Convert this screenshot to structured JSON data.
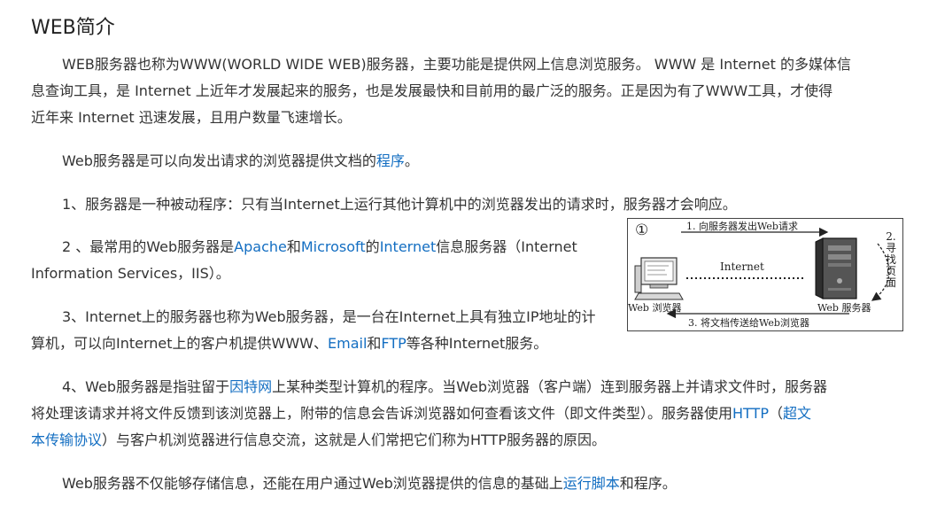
{
  "heading": "WEB简介",
  "p1": {
    "line1": "WEB服务器也称为WWW(WORLD WIDE WEB)服务器，主要功能是提供网上信息浏览服务。 WWW 是 Internet 的多媒体信",
    "line2": "息查询工具，是 Internet 上近年才发展起来的服务，也是发展最快和目前用的最广泛的服务。正是因为有了WWW工具，才使得",
    "line3": "近年来 Internet 迅速发展，且用户数量飞速增长。"
  },
  "p2": {
    "text": "Web服务器是可以向发出请求的浏览器提供文档的",
    "link": "程序",
    "end": "。"
  },
  "p3": {
    "text": "1、服务器是一种被动程序：只有当Internet上运行其他计算机中的浏览器发出的请求时，服务器才会响应。"
  },
  "p4": {
    "t1": "2 、最常用的Web服务器是",
    "link_apache": "Apache",
    "t2": "和",
    "link_microsoft": "Microsoft",
    "t3": "的",
    "link_internet": "Internet",
    "t4": "信息服务器（Internet",
    "line2": "Information Services，IIS）。"
  },
  "p5": {
    "line1": "3、Internet上的服务器也称为Web服务器，是一台在Internet上具有独立IP地址的计",
    "t1": "算机，可以向Internet上的客户机提供WWW、",
    "link_email": "Email",
    "t2": "和",
    "link_ftp": "FTP",
    "t3": "等各种Internet服务。"
  },
  "p6": {
    "t1": "4、Web服务器是指驻留于",
    "link_yintewang": "因特网",
    "t2": "上某种类型计算机的程序。当Web浏览器（客户端）连到服务器上并请求文件时，服务器",
    "line2": "将处理该请求并将文件反馈到该浏览器上，附带的信息会告诉浏览器如何查看该文件（即文件类型）。服务器使用",
    "link_http": "HTTP",
    "t3": "（",
    "link_hypertext_a": "超文",
    "link_hypertext_b": "本传输协议",
    "t4": "）与客户机浏览器进行信息交流，这就是人们常把它们称为HTTP服务器的原因。"
  },
  "p7": {
    "text": "Web服务器不仅能够存储信息，还能在用户通过Web浏览器提供的信息的基础上",
    "link": "运行脚本",
    "end": "和程序。"
  },
  "figure": {
    "step1_num": "①",
    "step1_label": "1. 向服务器发出Web请求",
    "internet_label": "Internet",
    "step2_label": "2. 寻找页面",
    "step3_label": "3. 将文档传送给Web浏览器",
    "browser_label": "Web 浏览器",
    "server_label": "Web 服务器"
  },
  "colors": {
    "link": "#136ec2",
    "text": "#333333"
  }
}
